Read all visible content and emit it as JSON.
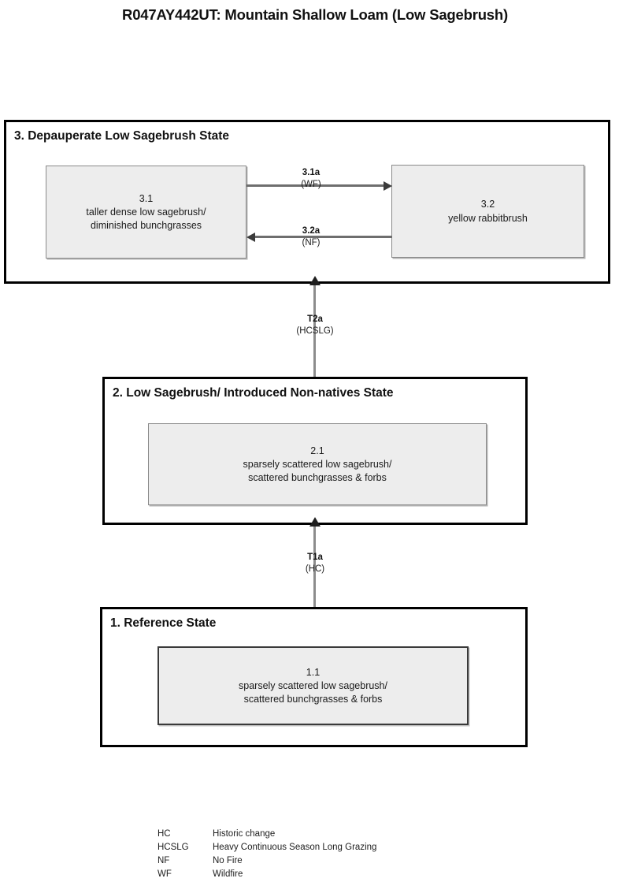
{
  "title": "R047AY442UT: Mountain Shallow Loam (Low Sagebrush)",
  "states": [
    {
      "id": "state3",
      "title": "3. Depauperate Low Sagebrush State",
      "phases": [
        {
          "id": "phase31",
          "number": "3.1",
          "lines": [
            "taller dense low sagebrush/",
            "diminished bunchgrasses"
          ]
        },
        {
          "id": "phase32",
          "number": "3.2",
          "lines": [
            "yellow rabbitbrush"
          ]
        }
      ]
    },
    {
      "id": "state2",
      "title": "2. Low Sagebrush/ Introduced Non-natives State",
      "phases": [
        {
          "id": "phase21",
          "number": "2.1",
          "lines": [
            "sparsely scattered low sagebrush/",
            "scattered bunchgrasses & forbs"
          ]
        }
      ]
    },
    {
      "id": "state1",
      "title": "1. Reference State",
      "phases": [
        {
          "id": "phase11",
          "number": "1.1",
          "lines": [
            "sparsely scattered low sagebrush/",
            "scattered bunchgrasses & forbs"
          ]
        }
      ]
    }
  ],
  "transitions": [
    {
      "id": "t31a",
      "code": "3.1a",
      "driver": "(WF)",
      "from": "3.1",
      "to": "3.2",
      "direction": "right"
    },
    {
      "id": "t32a",
      "code": "3.2a",
      "driver": "(NF)",
      "from": "3.2",
      "to": "3.1",
      "direction": "left"
    },
    {
      "id": "t2a",
      "code": "T2a",
      "driver": "(HCSLG)",
      "from": "2",
      "to": "3",
      "direction": "up"
    },
    {
      "id": "t1a",
      "code": "T1a",
      "driver": "(HC)",
      "from": "1",
      "to": "2",
      "direction": "up"
    }
  ],
  "legend": [
    {
      "abbr": "HC",
      "definition": "Historic change"
    },
    {
      "abbr": "HCSLG",
      "definition": "Heavy Continuous Season Long Grazing"
    },
    {
      "abbr": "NF",
      "definition": "No Fire"
    },
    {
      "abbr": "WF",
      "definition": "Wildfire"
    }
  ],
  "colors": {
    "state_border": "#000000",
    "phase_fill": "#ededed",
    "phase_border": "#8a8a8a",
    "arrow": "#6e6e6e",
    "arrowhead": "#3b3b3b",
    "text": "#111111"
  }
}
